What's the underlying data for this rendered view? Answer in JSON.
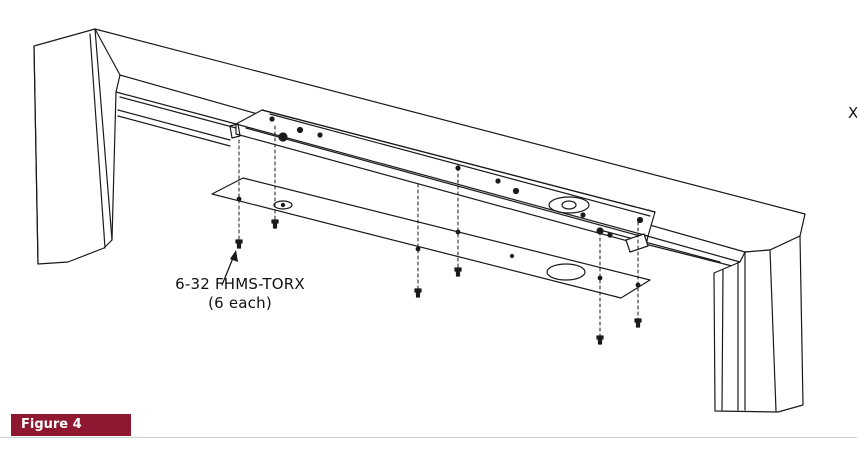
{
  "figure": {
    "tag_label": "Figure 4",
    "tag_color": "#8f1830"
  },
  "callout": {
    "line1": "6-32 FHMS-TORX",
    "line2": "(6 each)"
  },
  "edge_label": "X"
}
